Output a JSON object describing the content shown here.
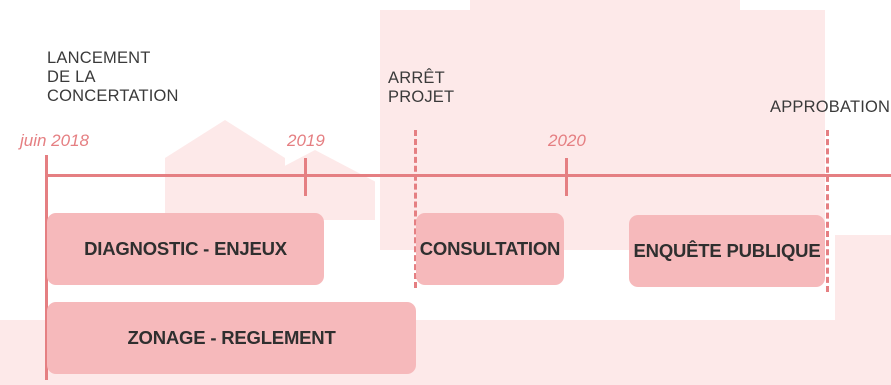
{
  "milestones": {
    "start": [
      "LANCEMENT",
      "DE LA",
      "CONCERTATION"
    ],
    "arret": [
      "ARRÊT",
      "PROJET"
    ],
    "approbation": [
      "APPROBATION"
    ]
  },
  "dates": {
    "d2018": "juin 2018",
    "d2019": "2019",
    "d2020": "2020"
  },
  "phases": {
    "diagnostic": "DIAGNOSTIC - ENJEUX",
    "consultation": "CONSULTATION",
    "enquete": "ENQUÊTE PUBLIQUE",
    "zonage": "ZONAGE - REGLEMENT"
  },
  "colors": {
    "accent": "#e57f82",
    "phase_fill": "#f6b9bb",
    "background_shape": "#fde9e9"
  }
}
